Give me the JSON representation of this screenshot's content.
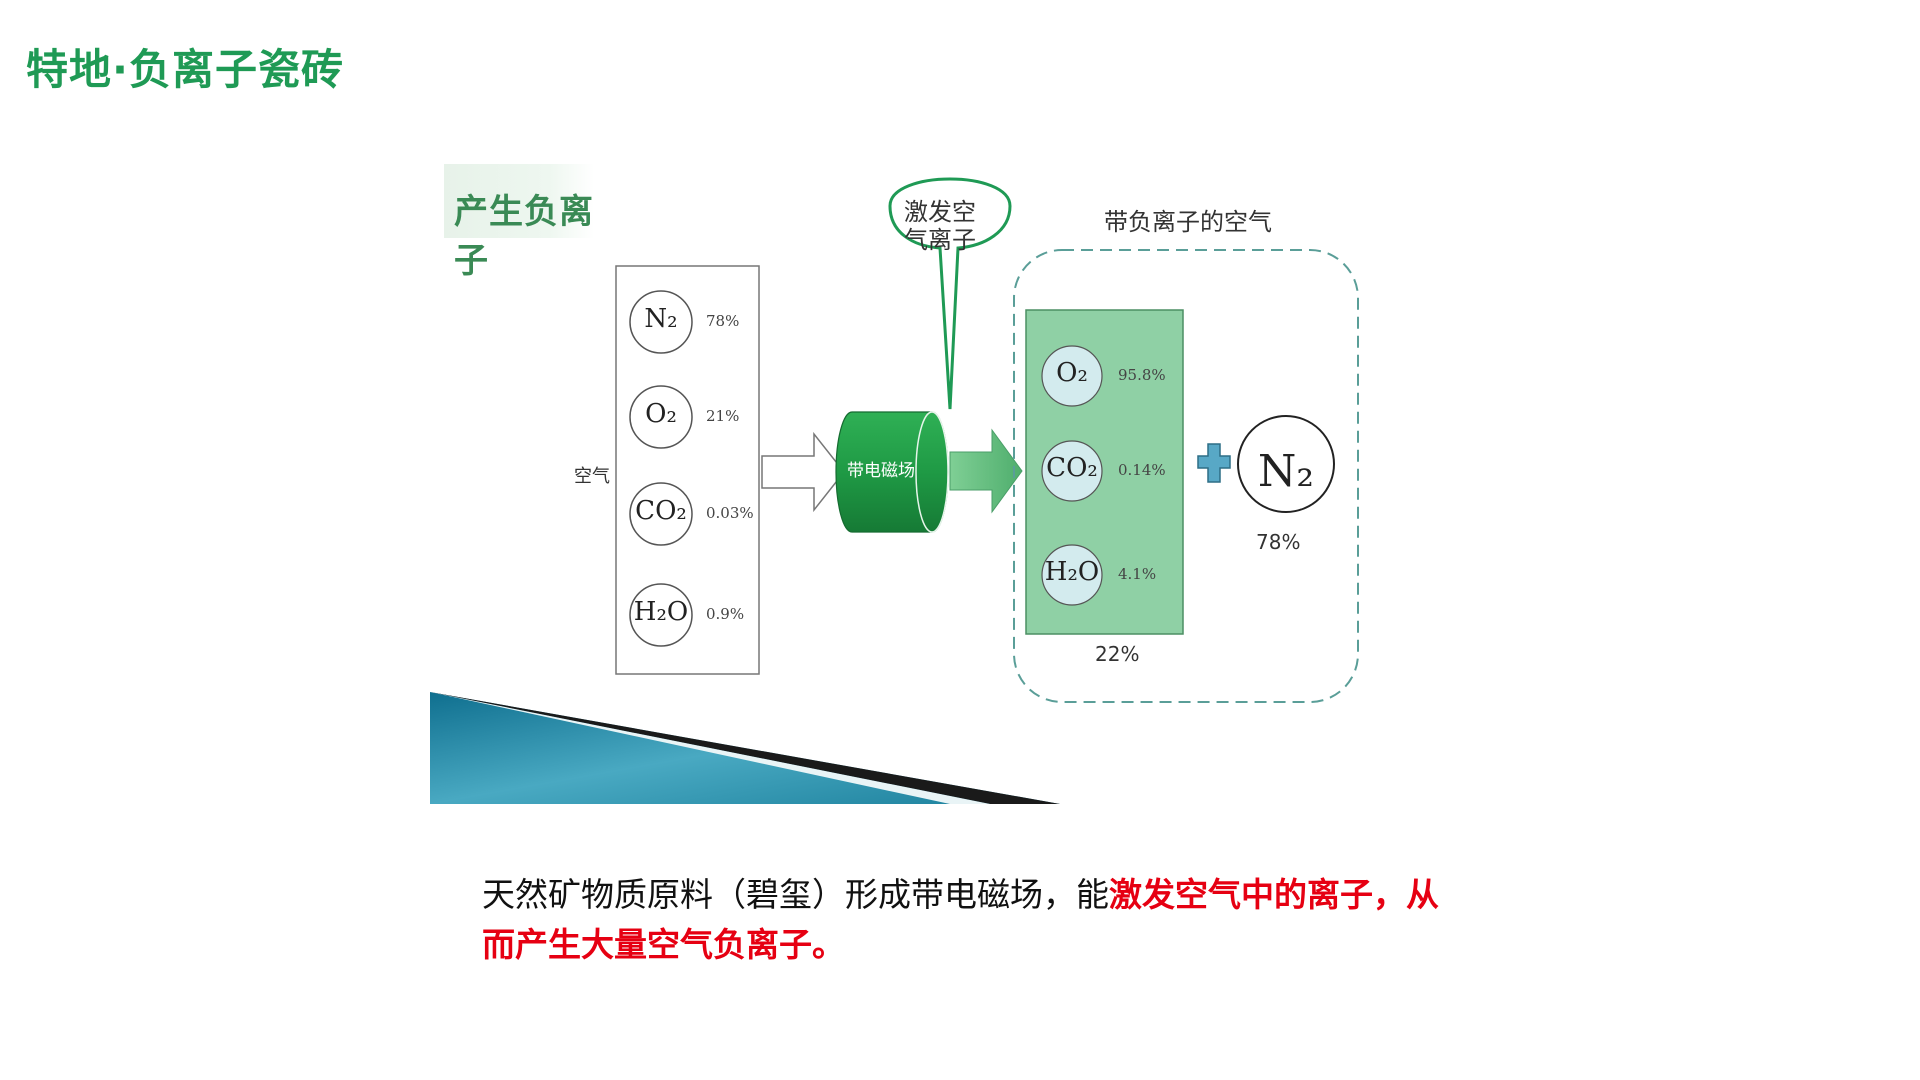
{
  "header": {
    "title": "特地·负离子瓷砖",
    "title_color": "#1f9a55"
  },
  "figure": {
    "section_tag": "产生负离子",
    "air_label": "空气",
    "input_molecules": [
      {
        "formula": "N₂",
        "percent": "78%"
      },
      {
        "formula": "O₂",
        "percent": "21%"
      },
      {
        "formula": "CO₂",
        "percent": "0.03%"
      },
      {
        "formula": "H₂O",
        "percent": "0.9%"
      }
    ],
    "field_label": "带电磁场",
    "bubble": {
      "line1": "激发空",
      "line2": "气离子"
    },
    "negative_air_title": "带负离子的空气",
    "excited_molecules": [
      {
        "formula": "O₂",
        "percent": "95.8%"
      },
      {
        "formula": "CO₂",
        "percent": "0.14%"
      },
      {
        "formula": "H₂O",
        "percent": "4.1%"
      }
    ],
    "excited_total": "22%",
    "nitrogen": {
      "formula": "N₂",
      "percent": "78%"
    },
    "colors": {
      "field_green": "#1f9a45",
      "box_green": "#8fd0a5",
      "molecule_fill": "#d3ebee",
      "plus_blue": "#58a8c6",
      "dashed_border": "#5a9e98"
    }
  },
  "caption": {
    "plain": "天然矿物质原料（碧玺）形成带电磁场，能",
    "highlight": "激发空气中的离子，从而产生大量空气负离子。",
    "highlight_color": "#e60012"
  }
}
